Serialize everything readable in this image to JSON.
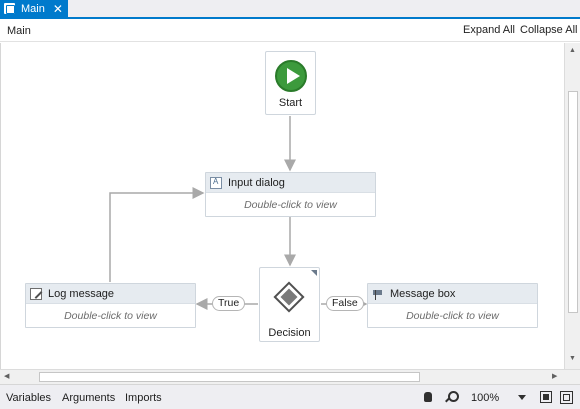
{
  "tab": {
    "title": "Main",
    "close_glyph": "✕"
  },
  "breadcrumb": {
    "label": "Main"
  },
  "header_actions": {
    "expand_all": "Expand All",
    "collapse_all": "Collapse All"
  },
  "flowchart": {
    "start": {
      "label": "Start",
      "icon": "play-icon"
    },
    "input_dialog": {
      "title": "Input dialog",
      "hint": "Double-click to view",
      "icon": "input-dialog-icon"
    },
    "log_message": {
      "title": "Log message",
      "hint": "Double-click to view",
      "icon": "log-message-icon"
    },
    "message_box": {
      "title": "Message box",
      "hint": "Double-click to view",
      "icon": "message-box-icon"
    },
    "decision": {
      "label": "Decision",
      "icon": "decision-diamond-icon"
    },
    "true_label": "True",
    "false_label": "False"
  },
  "bottom_bar": {
    "variables": "Variables",
    "arguments": "Arguments",
    "imports": "Imports",
    "zoom": "100%"
  },
  "colors": {
    "accent": "#007acc",
    "start_green": "#3c9a3c",
    "connector": "#a9a9a9"
  }
}
